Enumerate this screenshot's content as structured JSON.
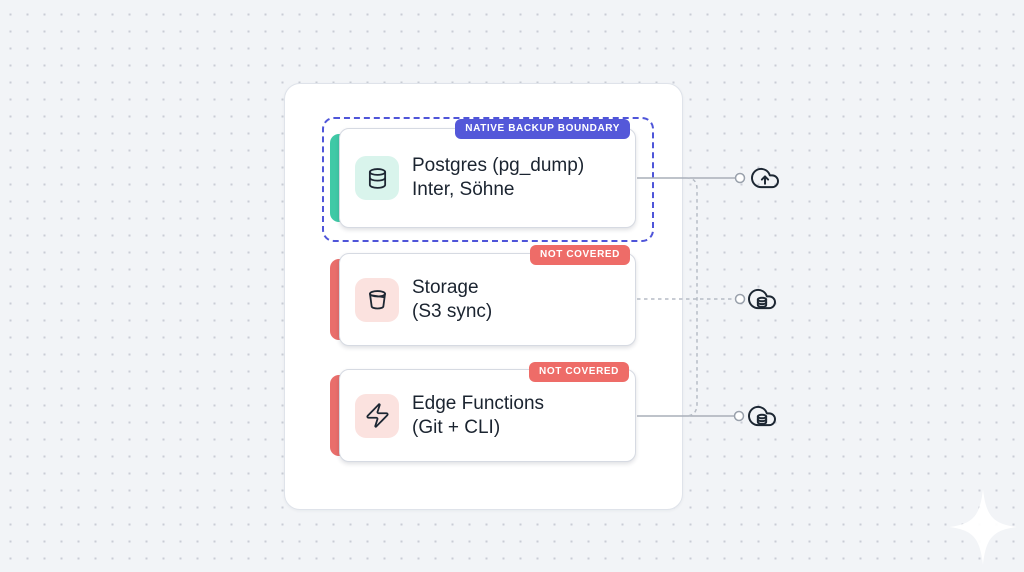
{
  "diagram": {
    "boundary_badge": "NATIVE BACKUP BOUNDARY",
    "cards": [
      {
        "title": "Postgres (pg_dump)",
        "subtitle": "Inter, Söhne",
        "icon": "database-icon",
        "covered": true,
        "badge": ""
      },
      {
        "title": "Storage",
        "subtitle": "(S3 sync)",
        "icon": "bucket-icon",
        "covered": false,
        "badge": "NOT COVERED"
      },
      {
        "title": "Edge Functions",
        "subtitle": "(Git + CLI)",
        "icon": "lightning-icon",
        "covered": false,
        "badge": "NOT COVERED"
      }
    ],
    "cloud_targets": [
      "cloud-upload-icon",
      "cloud-database-icon",
      "cloud-database-icon"
    ],
    "colors": {
      "background": "#f2f4f7",
      "dot_grid": "#c9cdd6",
      "covered_accent": "#3fc9a6",
      "not_covered_accent": "#e96e6b",
      "boundary_dash": "#4f55d9",
      "boundary_badge_bg": "#5458d9",
      "not_covered_badge_bg": "#ee6c68",
      "icon_mint_bg": "#d9f4ec",
      "icon_pink_bg": "#fbe2df",
      "connector": "#a9afb9",
      "ink": "#1b2430"
    }
  }
}
